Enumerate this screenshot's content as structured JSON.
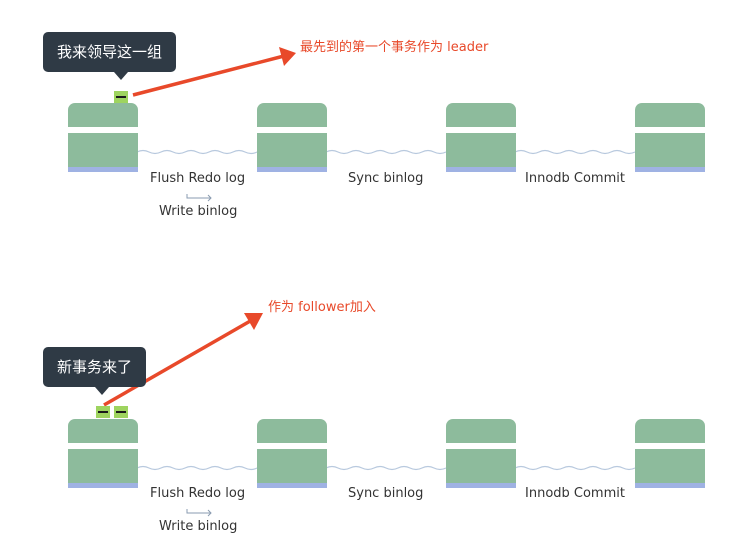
{
  "panels": [
    {
      "tooltip": "我来领导这一组",
      "annotation": "最先到的第一个事务作为 leader",
      "steps": [
        "Flush Redo log",
        "Sync binlog",
        "Innodb Commit"
      ],
      "sub_step": "Write binlog"
    },
    {
      "tooltip": "新事务来了",
      "annotation": "作为 follower加入",
      "steps": [
        "Flush Redo log",
        "Sync binlog",
        "Innodb Commit"
      ],
      "sub_step": "Write binlog"
    }
  ],
  "colors": {
    "stage": "#8dbb9c",
    "stage_base": "#9fb2e3",
    "arrow": "#e8492a",
    "tooltip_bg": "#2f3a45",
    "transaction": "#9ed45f"
  }
}
